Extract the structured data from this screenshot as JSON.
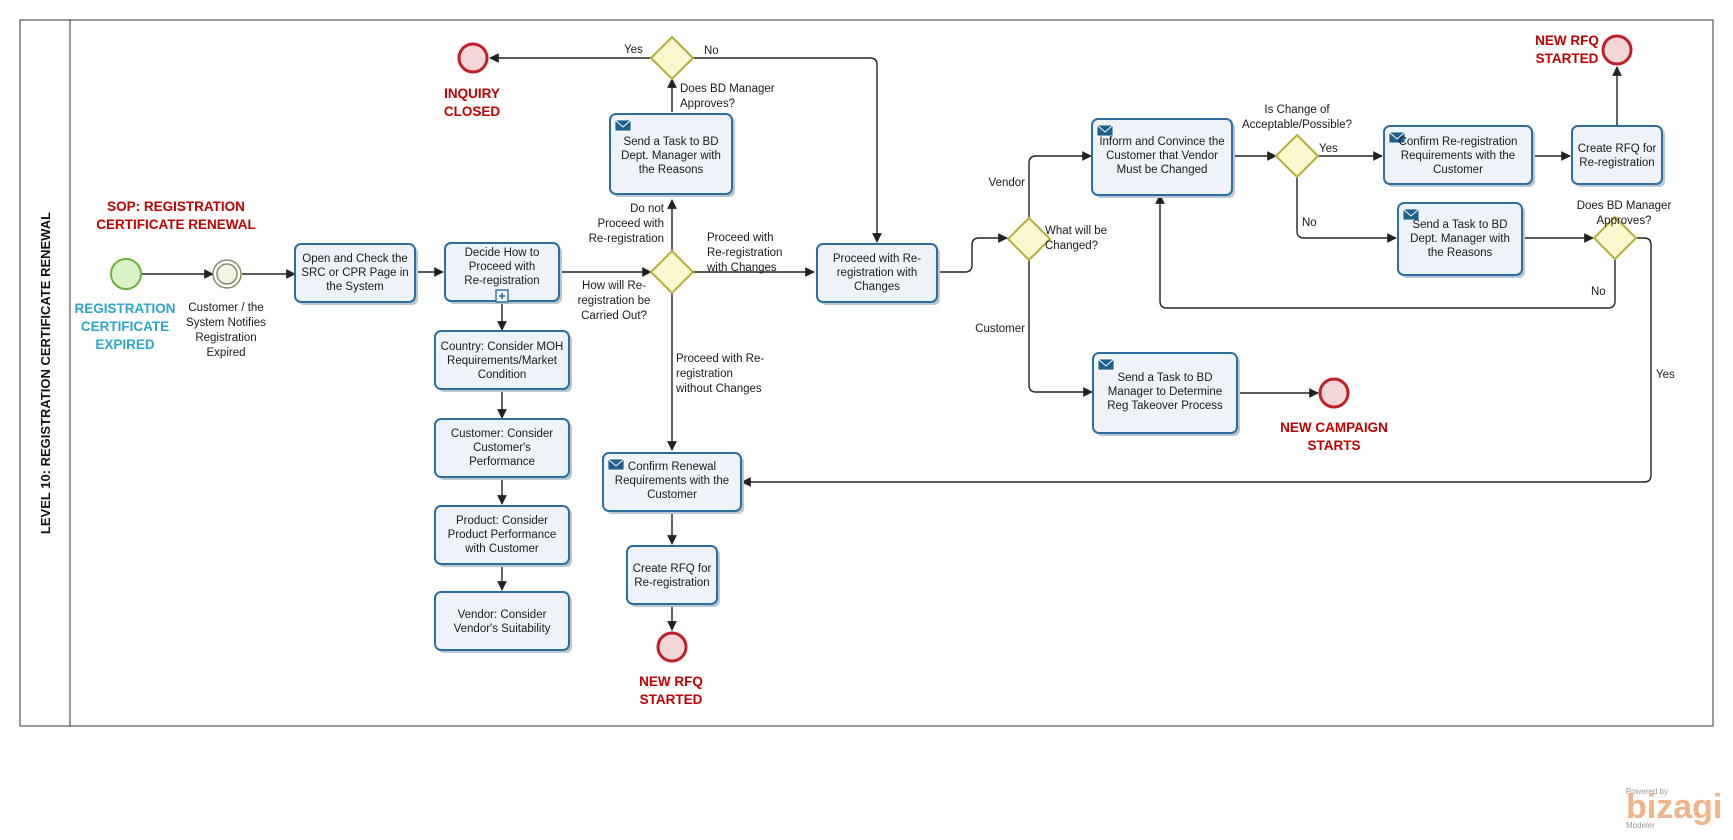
{
  "pool": {
    "lane_title": "LEVEL 10: REGISTRATION CERTIFICATE RENEWAL"
  },
  "headings": {
    "sop_line1": "SOP: REGISTRATION",
    "sop_line2": "CERTIFICATE RENEWAL"
  },
  "events": {
    "start": [
      "REGISTRATION",
      "CERTIFICATE",
      "EXPIRED"
    ],
    "intermediate": [
      "Customer / the",
      "System Notifies",
      "Registration",
      "Expired"
    ],
    "inquiry_closed": [
      "INQUIRY",
      "CLOSED"
    ],
    "rfq_started_bottom": [
      "NEW RFQ",
      "STARTED"
    ],
    "rfq_started_top": [
      "NEW RFQ",
      "STARTED"
    ],
    "campaign_starts": [
      "NEW CAMPAIGN",
      "STARTS"
    ]
  },
  "tasks": {
    "open_check": [
      "Open and Check the",
      "SRC or CPR Page in",
      "the System"
    ],
    "decide_how": [
      "Decide How to",
      "Proceed with",
      "Re-registration"
    ],
    "country": [
      "Country: Consider MOH",
      "Requirements/Market",
      "Condition"
    ],
    "customer": [
      "Customer: Consider",
      "Customer's",
      "Performance"
    ],
    "product": [
      "Product: Consider",
      "Product Performance",
      "with Customer"
    ],
    "vendor": [
      "Vendor: Consider",
      "Vendor's Suitability"
    ],
    "send_task_bd_1": [
      "Send a Task to BD",
      "Dept. Manager with",
      "the Reasons"
    ],
    "confirm_renewal": [
      "Confirm Renewal",
      "Requirements with the",
      "Customer"
    ],
    "create_rfq_bottom": [
      "Create RFQ for",
      "Re-registration"
    ],
    "proceed_changes": [
      "Proceed with Re-",
      "registration with",
      "Changes"
    ],
    "inform_convince": [
      "Inform and Convince the",
      "Customer that Vendor",
      "Must be Changed"
    ],
    "confirm_rereg": [
      "Confirm Re-registration",
      "Requirements with the",
      "Customer"
    ],
    "create_rfq_top": [
      "Create RFQ for",
      "Re-registration"
    ],
    "send_task_bd_2": [
      "Send a Task to BD",
      "Dept. Manager with",
      "the Reasons"
    ],
    "send_task_bd_3": [
      "Send a Task to BD",
      "Manager to Determine",
      "Reg Takeover Process"
    ]
  },
  "gateways": {
    "how_carried": [
      "How will Re-",
      "registration be",
      "Carried Out?"
    ],
    "bd_approves_1": [
      "Does BD Manager",
      "Approves?"
    ],
    "what_changed": [
      "What will be",
      "Changed?"
    ],
    "change_acceptable": [
      "Is Change of",
      "Acceptable/Possible?"
    ],
    "bd_approves_2": [
      "Does BD Manager",
      "Approves?"
    ]
  },
  "flow_labels": {
    "yes_1": "Yes",
    "no_1": "No",
    "do_not": [
      "Do not",
      "Proceed with",
      "Re-registration"
    ],
    "with_changes": [
      "Proceed with",
      "Re-registration",
      "with Changes"
    ],
    "without_changes": [
      "Proceed with Re-",
      "registration",
      "without Changes"
    ],
    "vendor": "Vendor",
    "customer": "Customer",
    "yes_2": "Yes",
    "no_2": "No",
    "no_3": "No",
    "yes_3": "Yes"
  },
  "branding": {
    "powered_by": "Powered by",
    "name": "bizagi",
    "product": "Modeler"
  },
  "colors": {
    "task_border": "#2e6e9e",
    "task_fill": "#eef3fa",
    "end_event": "#c00000",
    "start_text": "#2aa6cc",
    "gateway": "#b7ad3a"
  }
}
